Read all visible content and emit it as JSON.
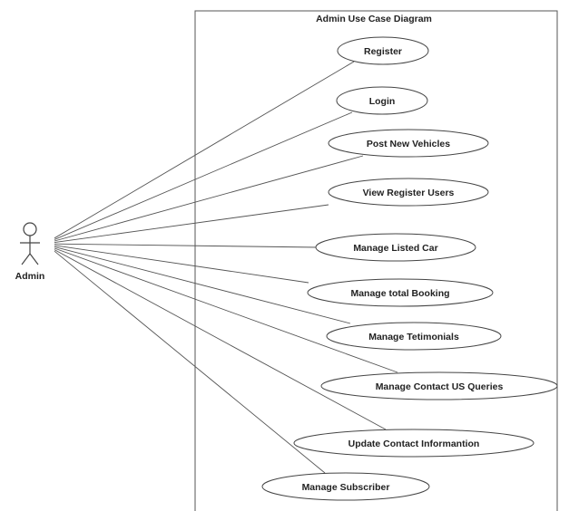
{
  "diagram": {
    "title": "Admin Use Case Diagram",
    "actor": {
      "name": "Admin",
      "icon": "stick-figure-icon"
    },
    "use_cases": [
      "Register",
      "Login",
      "Post New Vehicles",
      "View Register Users",
      "Manage Listed Car",
      "Manage total Booking",
      "Manage Tetimonials",
      "Manage Contact US Queries",
      "Update Contact Informantion",
      "Manage Subscriber"
    ],
    "colors": {
      "line": "#555555",
      "text": "#222222",
      "background": "#ffffff"
    }
  }
}
